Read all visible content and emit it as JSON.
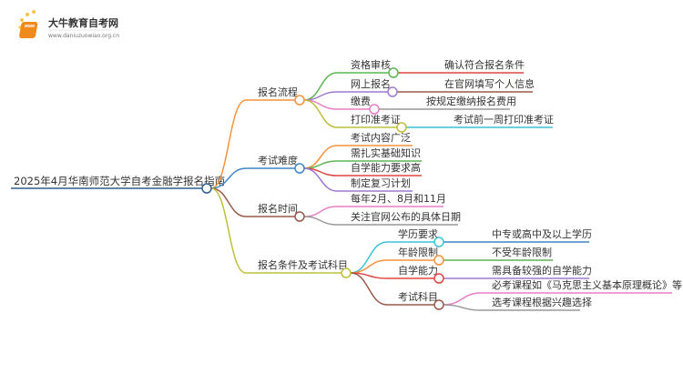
{
  "logo": {
    "title": "大牛教育自考网",
    "url": "www.daniuzuowiao.org.cn"
  },
  "root": {
    "label": "2025年4月华南师范大学自考金融学报名指南"
  },
  "branches": [
    {
      "label": "报名流程",
      "color": "#f7923b",
      "children": [
        {
          "label": "资格审核",
          "color": "#5ab552",
          "leaves": [
            "确认符合报名条件"
          ]
        },
        {
          "label": "网上报名",
          "color": "#a17ad0",
          "leaves": [
            "在官网填写个人信息"
          ]
        },
        {
          "label": "缴费",
          "color": "#e87ec5",
          "leaves": [
            "按规定缴纳报名费用"
          ]
        },
        {
          "label": "打印准考证",
          "color": "#bfbf3a",
          "leaves": [
            "考试前一周打印准考证"
          ]
        }
      ]
    },
    {
      "label": "考试难度",
      "color": "#3e86c6",
      "children": [
        {
          "label": "考试内容广泛",
          "color": "#f7923b"
        },
        {
          "label": "需扎实基础知识",
          "color": "#5ab552"
        },
        {
          "label": "自学能力要求高",
          "color": "#e0463f"
        },
        {
          "label": "制定复习计划",
          "color": "#a17ad0"
        }
      ]
    },
    {
      "label": "报名时间",
      "color": "#9a5a4a",
      "children": [
        {
          "label": "每年2月、8月和11月",
          "color": "#e87ec5"
        },
        {
          "label": "关注官网公布的具体日期",
          "color": "#999999"
        }
      ]
    },
    {
      "label": "报名条件及考试科目",
      "color": "#bfbf3a",
      "children": [
        {
          "label": "学历要求",
          "color": "#3cc3d6",
          "leaves": [
            "中专或高中及以上学历"
          ]
        },
        {
          "label": "年龄限制",
          "color": "#f7923b",
          "leaves": [
            "不受年龄限制"
          ]
        },
        {
          "label": "自学能力",
          "color": "#e0463f",
          "leaves": [
            "需具备较强的自学能力"
          ]
        },
        {
          "label": "考试科目",
          "color": "#9a5a4a",
          "leaves": [
            "必考课程如《马克思主义基本原理概论》等",
            "选考课程根据兴趣选择"
          ]
        }
      ]
    }
  ]
}
